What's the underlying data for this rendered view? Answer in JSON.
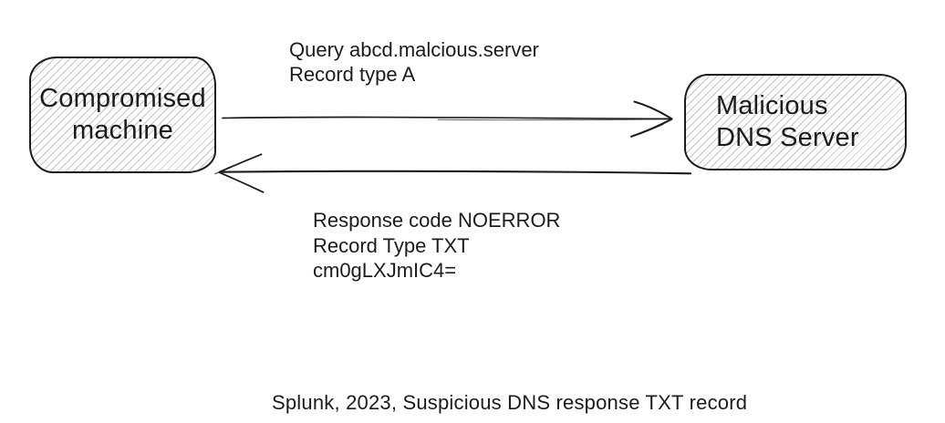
{
  "diagram": {
    "nodes": {
      "compromised": {
        "lines": [
          "Compromised",
          "machine"
        ]
      },
      "dns_server": {
        "lines": [
          "Malicious",
          "DNS Server"
        ]
      }
    },
    "messages": {
      "query": {
        "lines": [
          "Query abcd.malcious.server",
          "Record type A"
        ]
      },
      "response": {
        "lines": [
          "Response code NOERROR",
          "Record Type TXT",
          "cm0gLXJmIC4="
        ]
      }
    },
    "arrows": [
      {
        "name": "query-arrow",
        "from": "Compromised machine",
        "to": "Malicious DNS Server",
        "direction": "right"
      },
      {
        "name": "response-arrow",
        "from": "Malicious DNS Server",
        "to": "Compromised machine",
        "direction": "left"
      }
    ],
    "caption": "Splunk, 2023, Suspicious DNS response TXT record",
    "colors": {
      "ink": "#1c1c1c",
      "node_fill": "#fefefe",
      "hatch_line": "#c4c4c4",
      "background": "#ffffff"
    }
  }
}
